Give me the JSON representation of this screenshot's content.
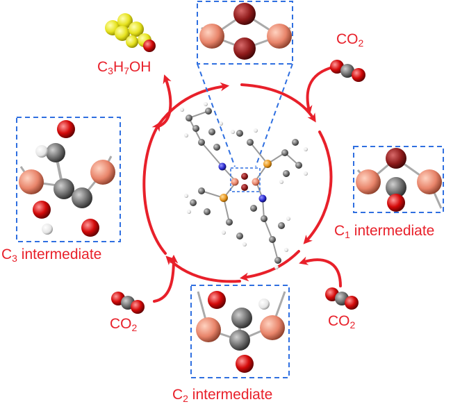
{
  "labels": {
    "c3h7oh": {
      "p1": "C",
      "s1": "3",
      "p2": "H",
      "s2": "7",
      "p3": "OH"
    },
    "co2_top": {
      "p1": "CO",
      "s1": "2"
    },
    "co2_left": {
      "p1": "CO",
      "s1": "2"
    },
    "co2_right": {
      "p1": "CO",
      "s1": "2"
    },
    "c1": {
      "p1": "C",
      "s1": "1",
      "p2": " intermediate"
    },
    "c2": {
      "p1": "C",
      "s1": "2",
      "p2": " intermediate"
    },
    "c3": {
      "p1": "C",
      "s1": "3",
      "p2": " intermediate"
    }
  },
  "colors": {
    "cycle": "#e8202a",
    "box": "#2f6fe0",
    "cu": "#e8846a",
    "br": "#8e1a1a",
    "c": "#6d6d6d",
    "o": "#d40a0a",
    "h": "#f2f2f2",
    "n": "#2a2ad0",
    "p": "#e8961e",
    "s": "#e6e21e"
  }
}
